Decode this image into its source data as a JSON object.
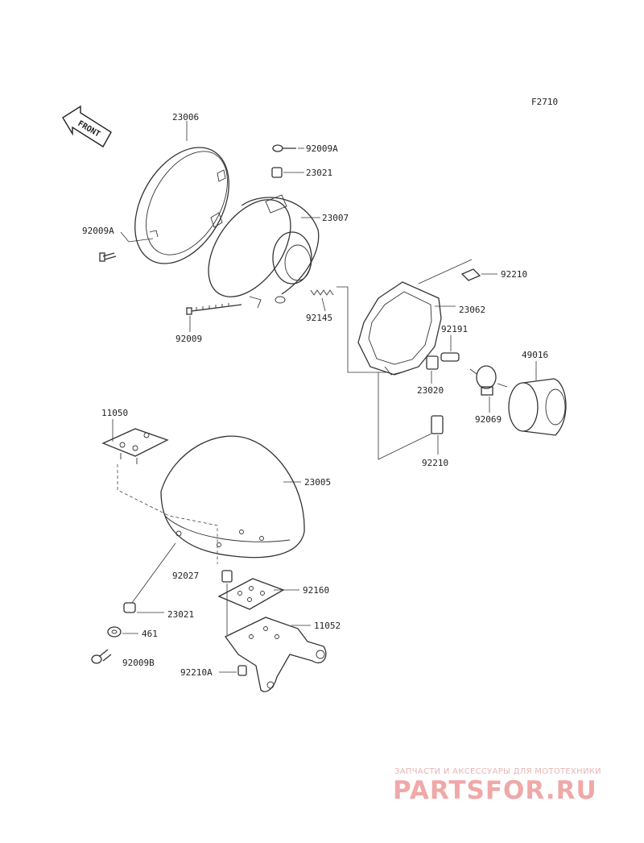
{
  "figure_code": "F2710",
  "front_arrow_label": "FRONT",
  "labels": {
    "p23006": "23006",
    "p92009A_top": "92009A",
    "p23021_top": "23021",
    "p23007": "23007",
    "p92009A_left": "92009A",
    "p92210_top": "92210",
    "p23062": "23062",
    "p92145": "92145",
    "p92009": "92009",
    "p92191": "92191",
    "p49016": "49016",
    "p23020": "23020",
    "p92069": "92069",
    "p11050": "11050",
    "p92210_mid": "92210",
    "p23005": "23005",
    "p92027": "92027",
    "p92160": "92160",
    "p23021_bottom": "23021",
    "p461": "461",
    "p11052": "11052",
    "p92009B": "92009B",
    "p92210A": "92210A"
  },
  "watermark": {
    "tagline": "ЗАПЧАСТИ И АКСЕССУАРЫ ДЛЯ МОТОТЕХНИКИ",
    "logo_text": "PARTSFOR.RU"
  }
}
